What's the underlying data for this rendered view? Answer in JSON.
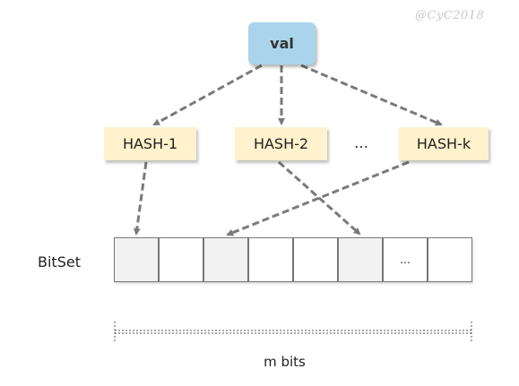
{
  "watermark": "@CyC2018",
  "input_node": {
    "label": "val"
  },
  "hash_nodes": [
    {
      "label": "HASH-1"
    },
    {
      "label": "HASH-2"
    },
    {
      "label": "HASH-k"
    }
  ],
  "hash_ellipsis": "…",
  "bitset": {
    "label": "BitSet",
    "cells": [
      {
        "text": "",
        "set": true
      },
      {
        "text": "",
        "set": false
      },
      {
        "text": "",
        "set": true
      },
      {
        "text": "",
        "set": false
      },
      {
        "text": "",
        "set": false
      },
      {
        "text": "",
        "set": true
      },
      {
        "text": "…",
        "set": false
      },
      {
        "text": "",
        "set": false
      }
    ]
  },
  "size_label": "m bits",
  "colors": {
    "input_fill": "#a9d4ec",
    "hash_fill": "#fff2cc",
    "set_cell_fill": "#f2f2f2",
    "arrow": "#7a7a7a"
  }
}
